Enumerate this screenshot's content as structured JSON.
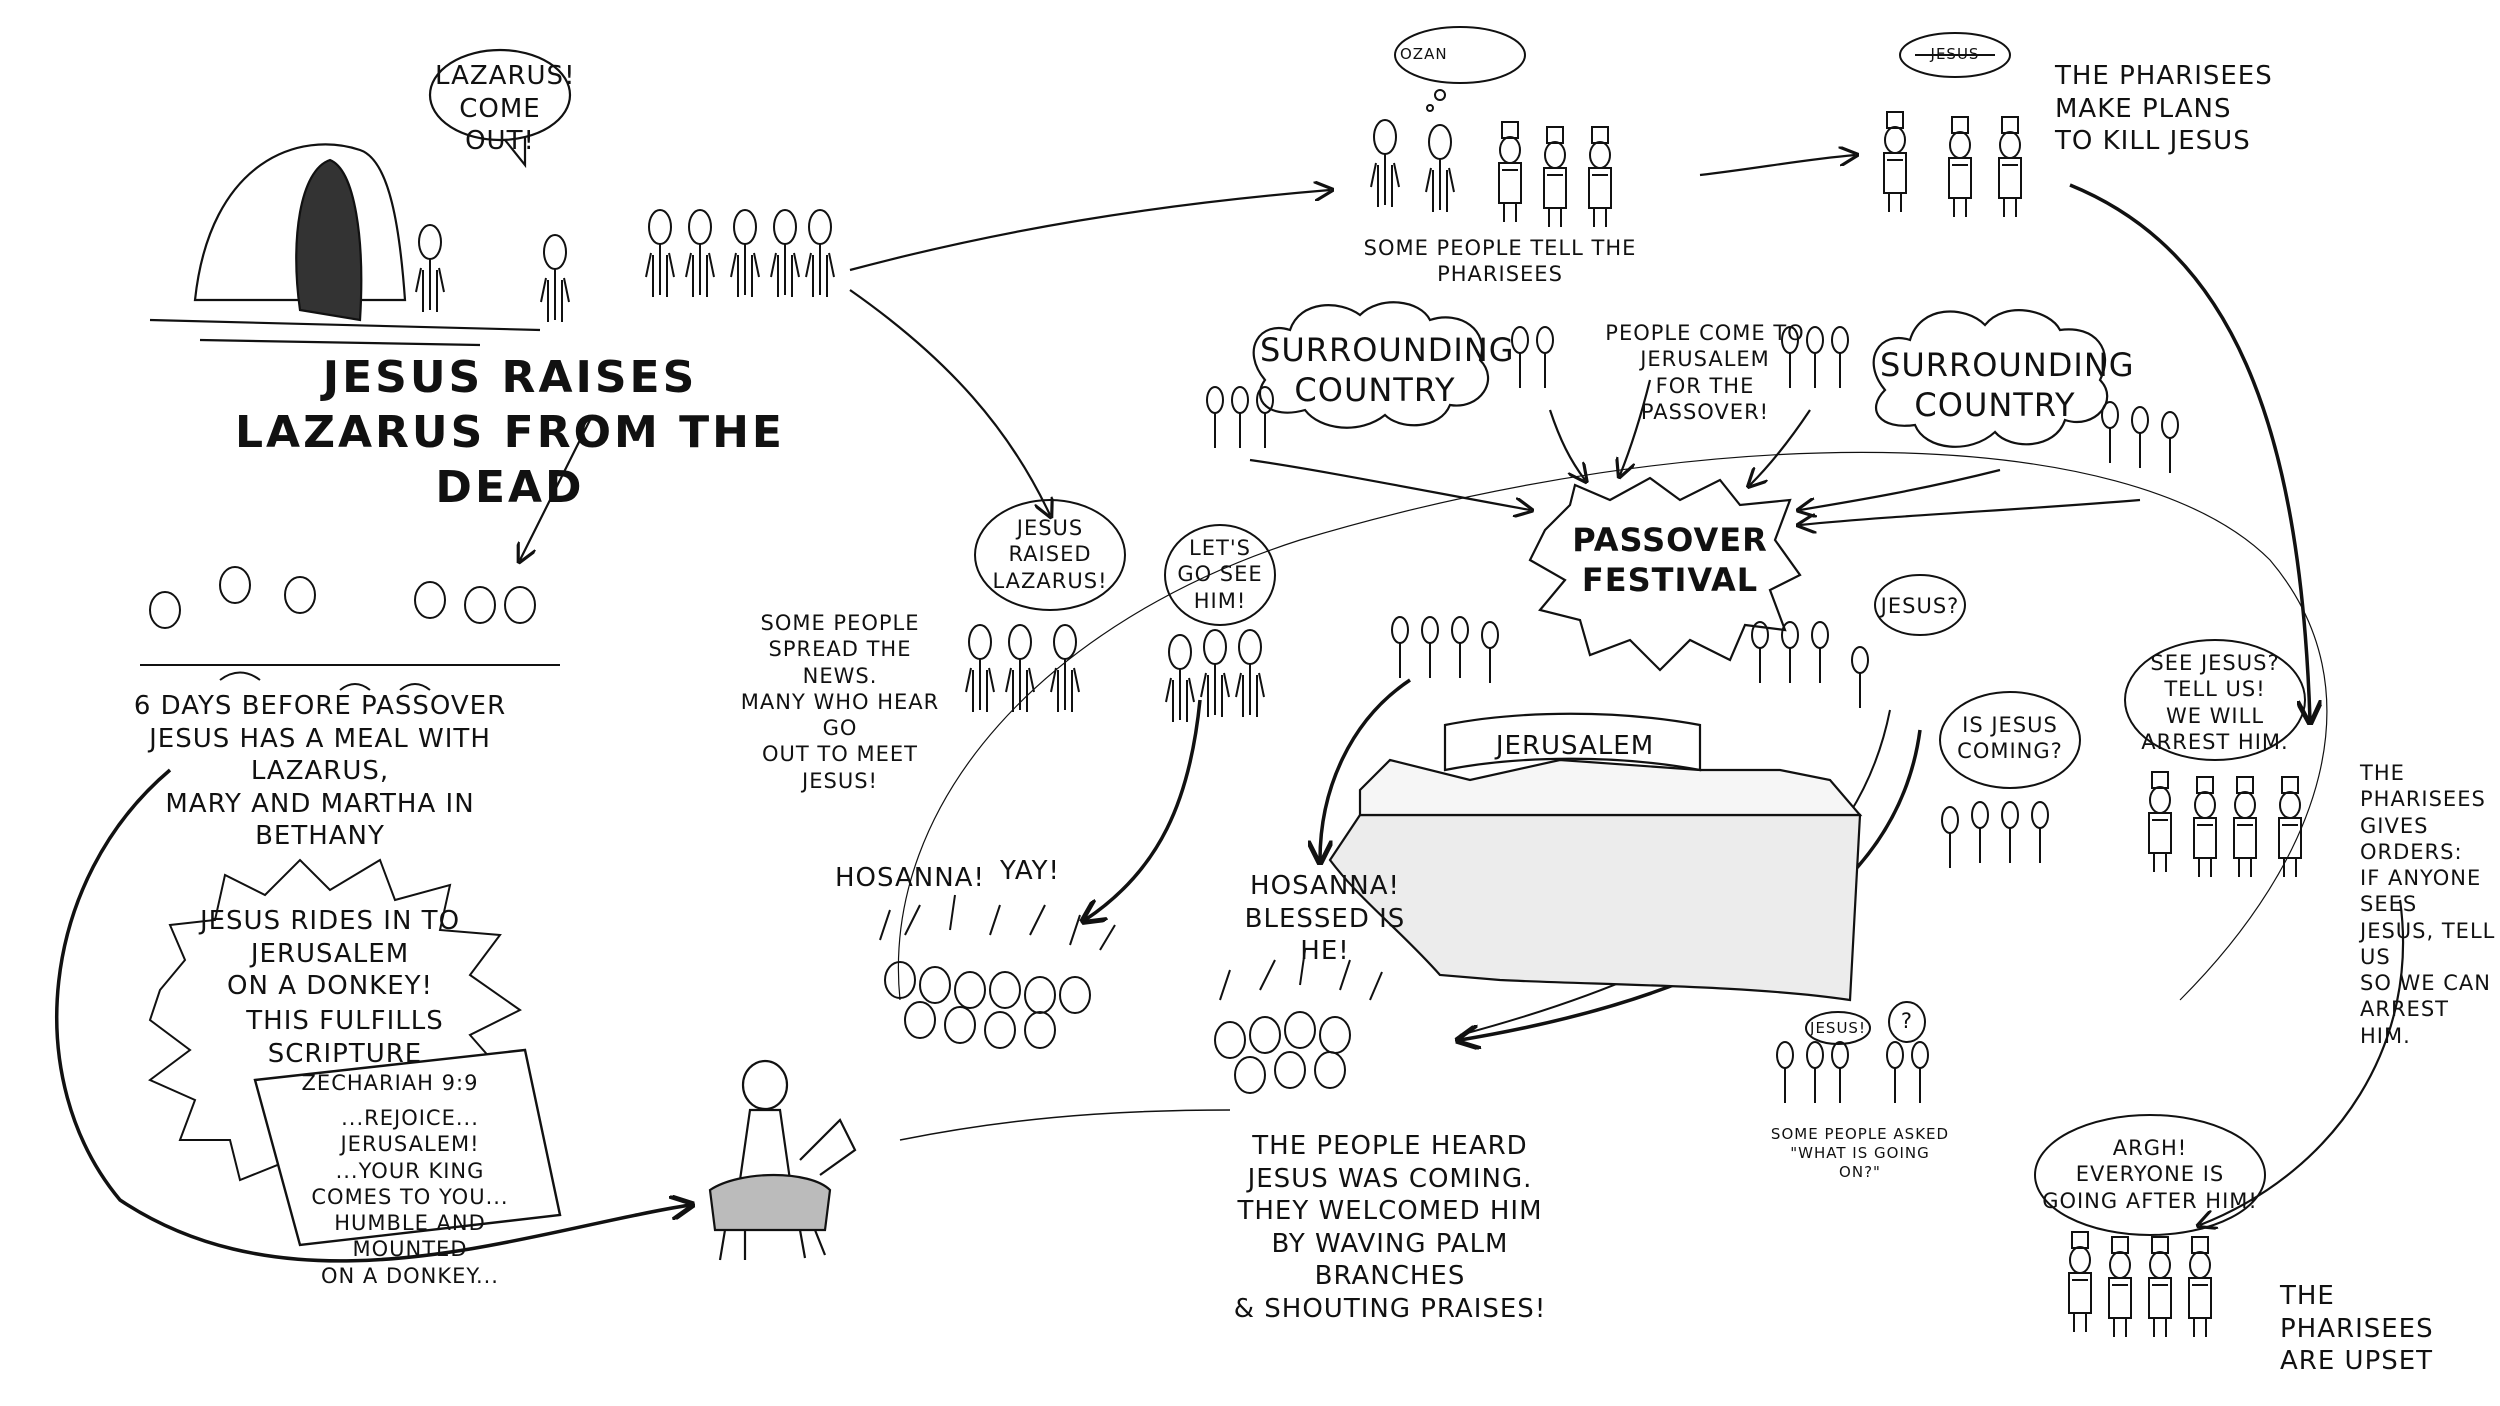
{
  "title": "JESUS RAISES LAZARUS FROM THE DEAD",
  "bubbles": {
    "lazarus": "LAZARUS!\nCOME OUT!",
    "jesus_raised": "JESUS\nRAISED\nLAZARUS!",
    "lets_go": "LET'S\nGO SEE\nHIM!",
    "jesus_q": "JESUS?",
    "is_jesus_coming": "IS JESUS\nCOMING?",
    "tell_us": "SEE JESUS?\nTELL US!\nWE WILL\nARREST HIM.",
    "argh": "ARGH!\nEVERYONE IS\nGOING AFTER HIM!",
    "small_jesus": "JESUS!",
    "small_q": "?",
    "thought_lazarus": "Ozan",
    "thought_jesus": "Jesus"
  },
  "captions": {
    "tell_pharisees": "SOME PEOPLE TELL THE PHARISEES",
    "pharisees_plan": "THE PHARISEES\nMAKE PLANS\nTO KILL JESUS",
    "meal": "6 DAYS BEFORE PASSOVER\nJESUS HAS A MEAL WITH LAZARUS,\nMARY AND MARTHA IN BETHANY",
    "spread_news": "SOME PEOPLE\nSPREAD THE NEWS.\nMANY WHO HEAR GO\nOUT TO MEET JESUS!",
    "come_to_jerusalem": "PEOPLE COME TO\nJERUSALEM\nFOR THE PASSOVER!",
    "pharisees_orders": "THE PHARISEES\nGIVES ORDERS:\nIF ANYONE SEES\nJESUS, TELL US\nSO WE CAN\nARREST HIM.",
    "people_asked": "SOME PEOPLE ASKED\n\"WHAT IS GOING ON?\"",
    "people_heard": "THE PEOPLE HEARD\nJESUS WAS COMING.\nTHEY WELCOMED HIM\nBY WAVING PALM BRANCHES\n& SHOUTING PRAISES!",
    "pharisees_upset": "THE PHARISEES\nARE UPSET"
  },
  "clouds": {
    "left": "SURROUNDING\nCOUNTRY",
    "right": "SURROUNDING\nCOUNTRY"
  },
  "festival": "PASSOVER\nFESTIVAL",
  "city_sign": "JERUSALEM",
  "shouts": {
    "hosanna_left": "HOSANNA!",
    "yay": "YAY!",
    "hosanna_right": "HOSANNA!\nBLESSED IS HE!"
  },
  "burst": {
    "text": "JESUS RIDES IN TO\nJERUSALEM\nON A DONKEY!",
    "fulfills": "THIS FULFILLS SCRIPTURE",
    "scroll_title": "ZECHARIAH 9:9",
    "scroll_text": "...REJOICE... JERUSALEM!\n...YOUR KING\nCOMES TO YOU...\nHUMBLE AND MOUNTED\nON A DONKEY..."
  },
  "colors": {
    "ink": "#111111",
    "paper": "#ffffff"
  }
}
